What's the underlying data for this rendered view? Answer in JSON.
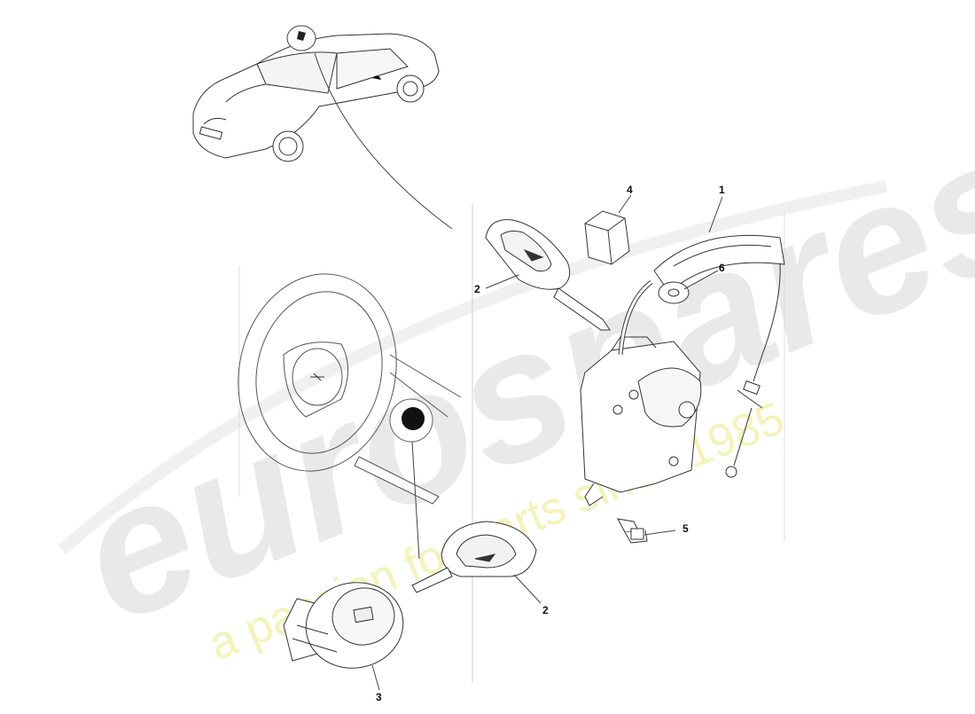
{
  "diagram": {
    "callouts": [
      {
        "id": "c1",
        "label": "1"
      },
      {
        "id": "c2a",
        "label": "2"
      },
      {
        "id": "c2b",
        "label": "2"
      },
      {
        "id": "c3",
        "label": "3"
      },
      {
        "id": "c4",
        "label": "4"
      },
      {
        "id": "c5",
        "label": "5"
      },
      {
        "id": "c6",
        "label": "6"
      }
    ]
  },
  "watermark": {
    "brand": "eurospares",
    "tagline": "a passion for parts since 1985",
    "brand_color": "#e9e9e9",
    "tagline_color": "#f4f3b8"
  },
  "colors": {
    "line": "#333333",
    "fill": "#ffffff",
    "dark": "#111111"
  }
}
